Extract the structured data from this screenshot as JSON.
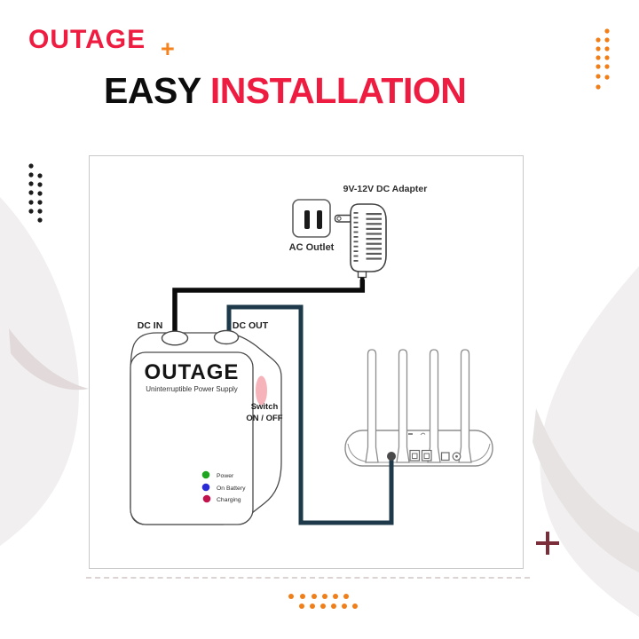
{
  "branding": {
    "logo": "OUTAGE",
    "plus": "+"
  },
  "headline": {
    "word1": "EASY ",
    "word2": "INSTALLATION"
  },
  "diagram": {
    "ac_outlet_label": "AC Outlet",
    "adapter_label": "9V-12V DC Adapter",
    "dc_in_label": "DC IN",
    "dc_out_label": "DC OUT",
    "ups": {
      "title": "OUTAGE",
      "subtitle": "Uninterruptible Power Supply",
      "switch_line1": "Switch",
      "switch_line2": "ON / OFF",
      "leds": [
        {
          "name": "Power",
          "color": "#1fa51f"
        },
        {
          "name": "On Battery",
          "color": "#2b2bd6"
        },
        {
          "name": "Charging",
          "color": "#c3134d"
        }
      ]
    }
  },
  "colors": {
    "accent_red": "#EE1C40",
    "accent_orange": "#F5831D",
    "plus_maroon": "#7B2E3A",
    "cable_black": "#0B0B0B",
    "cable_navy": "#1E3949",
    "switch_pink": "#F6B3BA",
    "swoosh_gray": "#F1EFEF"
  }
}
